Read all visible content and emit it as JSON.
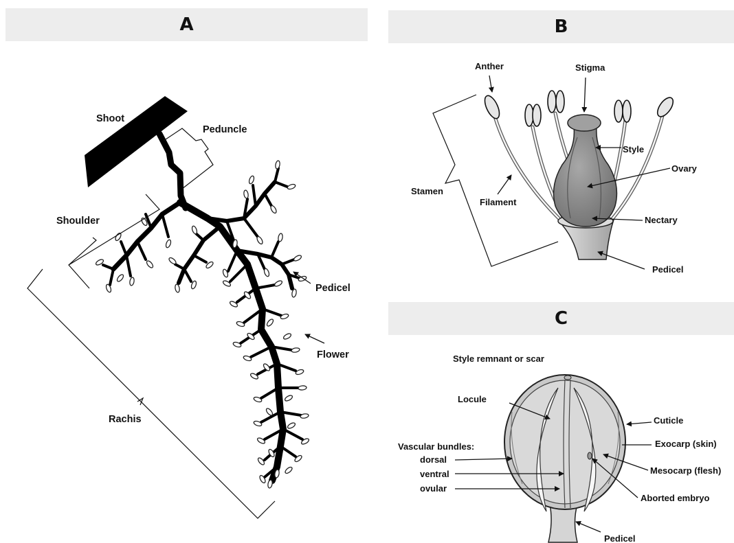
{
  "panels": {
    "a": {
      "title": "A",
      "labels": {
        "shoot": "Shoot",
        "peduncle": "Peduncle",
        "shoulder": "Shoulder",
        "pedicel": "Pedicel",
        "flower": "Flower",
        "rachis": "Rachis"
      }
    },
    "b": {
      "title": "B",
      "labels": {
        "anther": "Anther",
        "stigma": "Stigma",
        "style": "Style",
        "ovary": "Ovary",
        "stamen": "Stamen",
        "filament": "Filament",
        "nectary": "Nectary",
        "pedicel": "Pedicel"
      }
    },
    "c": {
      "title": "C",
      "labels": {
        "style_remnant": "Style remnant or scar",
        "locule": "Locule",
        "cuticle": "Cuticle",
        "vascular_bundles": "Vascular bundles:",
        "dorsal": "dorsal",
        "ventral": "ventral",
        "ovular": "ovular",
        "exocarp": "Exocarp (skin)",
        "mesocarp": "Mesocarp (flesh)",
        "aborted_embryo": "Aborted embryo",
        "pedicel": "Pedicel"
      }
    }
  }
}
